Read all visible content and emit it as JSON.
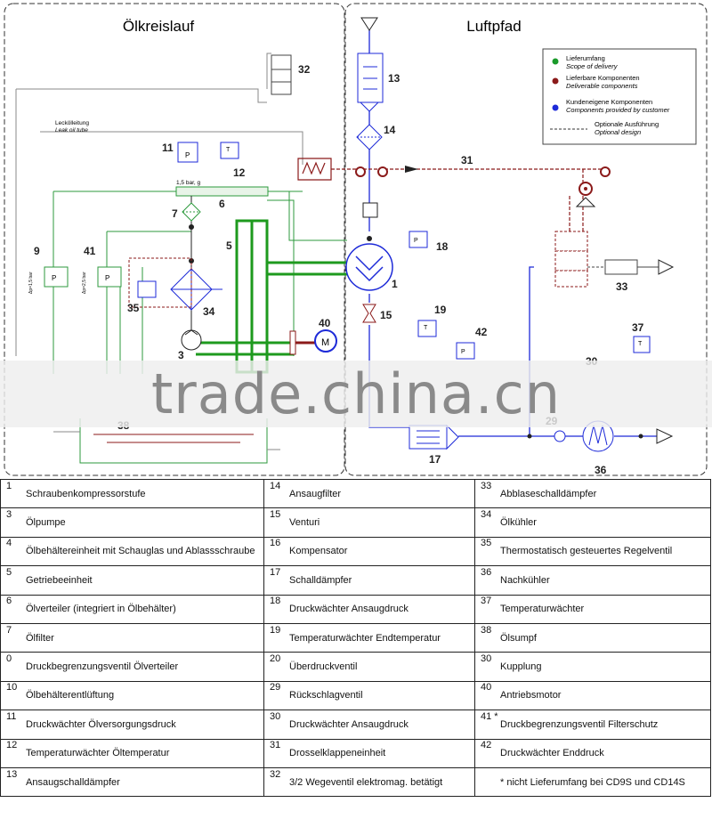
{
  "diagram": {
    "title_left": "Ölkreislauf",
    "title_right": "Luftpfad",
    "leak_oil_de": "Lecköl­leitung",
    "leak_oil_en": "Leak oil tube",
    "pressure_label": "1,5 bar, g",
    "dp_label_1": "Δp=1,5 bar",
    "dp_label_2": "Δp=2,5 bar",
    "callouts": [
      "32",
      "13",
      "14",
      "11",
      "12",
      "31",
      "6",
      "7",
      "5",
      "18",
      "9",
      "41",
      "1",
      "35",
      "34",
      "15",
      "19",
      "42",
      "40",
      "3",
      "37",
      "30",
      "38",
      "29",
      "17",
      "36",
      "33"
    ],
    "symbols": {
      "p": "P",
      "t": "T",
      "m": "M"
    },
    "legend": {
      "items": [
        {
          "de": "Lieferumfang",
          "en": "Scope of delivery",
          "color": "#1a9a2a"
        },
        {
          "de": "Lieferbare Komponenten",
          "en": "Deliverable components",
          "color": "#8b1a1a"
        },
        {
          "de": "Kundeneigene Komponenten",
          "en": "Components provided by customer",
          "color": "#1d2ad8"
        }
      ],
      "optional_de": "Optionale Ausführung",
      "optional_en": "Optional design"
    }
  },
  "watermark": "trade.china.cn",
  "table": {
    "rows": [
      [
        {
          "n": "1",
          "t": "Schraubenkompressorstufe"
        },
        {
          "n": "14",
          "t": "Ansaugfilter"
        },
        {
          "n": "33",
          "t": "Abblaseschalldämpfer"
        }
      ],
      [
        {
          "n": "3",
          "t": "Ölpumpe"
        },
        {
          "n": "15",
          "t": "Venturi"
        },
        {
          "n": "34",
          "t": "Ölkühler"
        }
      ],
      [
        {
          "n": "4",
          "t": "Ölbehältereinheit mit Schauglas und Ablassschraube"
        },
        {
          "n": "16",
          "t": "Kompensator"
        },
        {
          "n": "35",
          "t": "Thermostatisch gesteuertes Regelventil"
        }
      ],
      [
        {
          "n": "5",
          "t": "Getriebeeinheit"
        },
        {
          "n": "17",
          "t": "Schalldämpfer"
        },
        {
          "n": "36",
          "t": "Nachkühler"
        }
      ],
      [
        {
          "n": "6",
          "t": "Ölverteiler (integriert in Ölbehälter)"
        },
        {
          "n": "18",
          "t": "Druckwächter Ansaugdruck"
        },
        {
          "n": "37",
          "t": "Temperaturwächter"
        }
      ],
      [
        {
          "n": "7",
          "t": "Ölfilter"
        },
        {
          "n": "19",
          "t": "Temperaturwächter Endtemperatur"
        },
        {
          "n": "38",
          "t": "Ölsumpf"
        }
      ],
      [
        {
          "n": "0",
          "t": "Druckbegrenzungsventil Ölverteiler"
        },
        {
          "n": "20",
          "t": "Überdruckventil"
        },
        {
          "n": "30",
          "t": "Kupplung"
        }
      ],
      [
        {
          "n": "10",
          "t": "Ölbehälterentlüftung"
        },
        {
          "n": "29",
          "t": "Rückschlagventil"
        },
        {
          "n": "40",
          "t": "Antriebsmotor"
        }
      ],
      [
        {
          "n": "11",
          "t": "Druckwächter Ölversorgungsdruck"
        },
        {
          "n": "30",
          "t": "Druckwächter Ansaugdruck"
        },
        {
          "n": "41 *",
          "t": "Druckbegrenzungsventil Filterschutz"
        }
      ],
      [
        {
          "n": "12",
          "t": "Temperaturwächter Öltemperatur"
        },
        {
          "n": "31",
          "t": "Drosselklappeneinheit"
        },
        {
          "n": "42",
          "t": "Druckwächter Enddruck"
        }
      ],
      [
        {
          "n": "13",
          "t": "Ansaugschalldämpfer"
        },
        {
          "n": "32",
          "t": "3/2 Wegeventil elektromag. betätigt"
        },
        {
          "n": "",
          "t": "* nicht Lieferumfang bei CD9S und CD14S"
        }
      ]
    ]
  }
}
